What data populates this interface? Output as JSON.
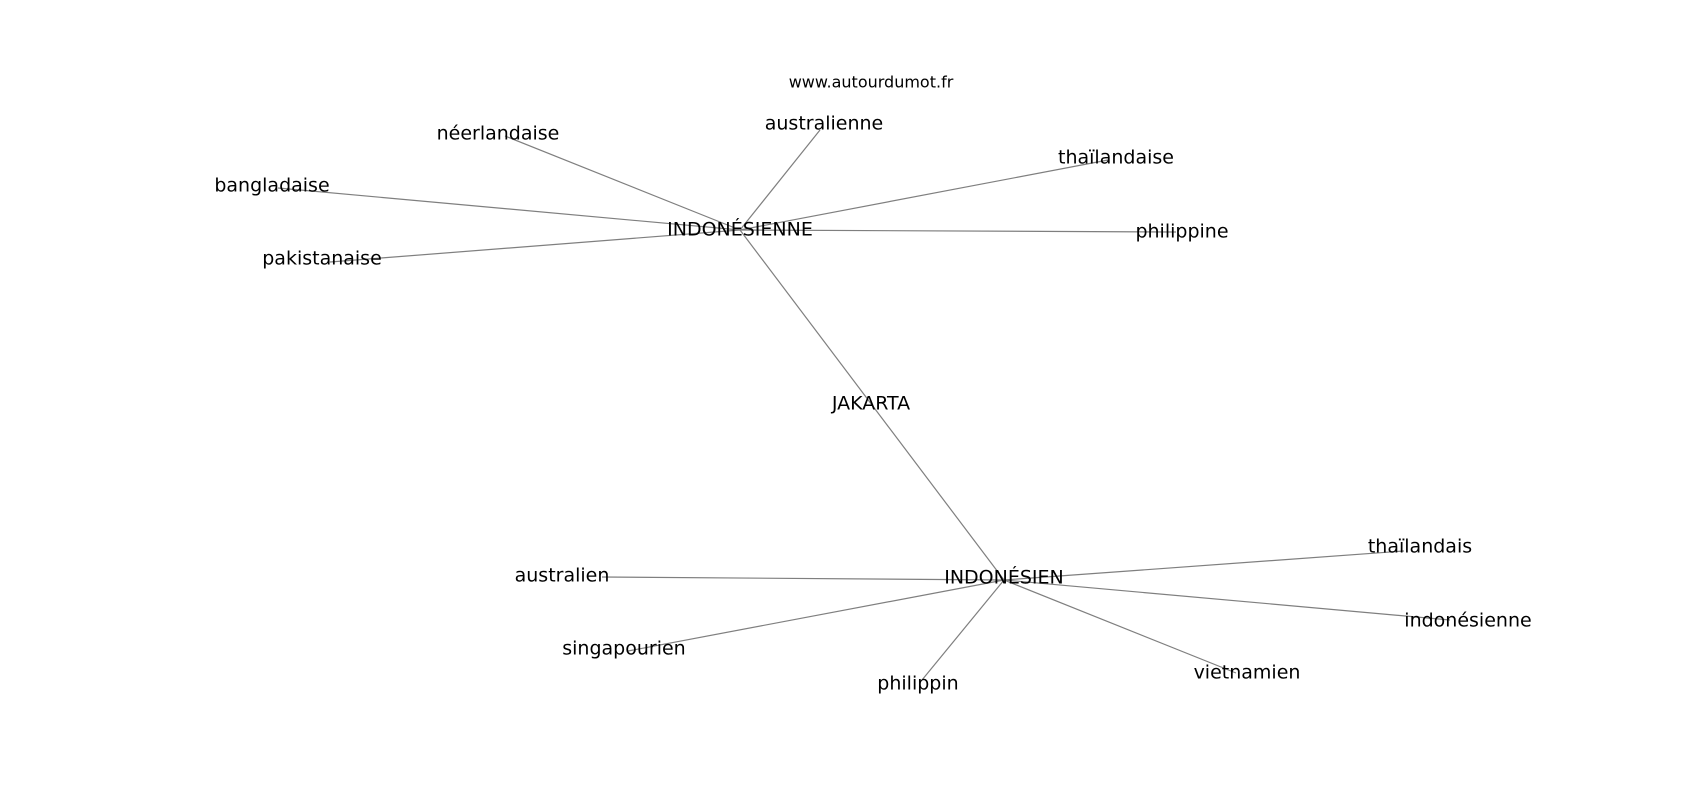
{
  "site": {
    "url": "www.autourdumot.fr"
  },
  "graph": {
    "nodes": [
      {
        "id": "indonesienne_hub",
        "label": "INDONÉSIENNE"
      },
      {
        "id": "indonesien_hub",
        "label": "INDONÉSIEN"
      },
      {
        "id": "jakarta",
        "label": "JAKARTA"
      },
      {
        "id": "neerlandaise",
        "label": "néerlandaise"
      },
      {
        "id": "australienne",
        "label": "australienne"
      },
      {
        "id": "thailandaise",
        "label": "thaïlandaise"
      },
      {
        "id": "bangladaise",
        "label": "bangladaise"
      },
      {
        "id": "philippine",
        "label": "philippine"
      },
      {
        "id": "pakistanaise",
        "label": "pakistanaise"
      },
      {
        "id": "thailandais",
        "label": "thaïlandais"
      },
      {
        "id": "australien",
        "label": "australien"
      },
      {
        "id": "indonesienne",
        "label": "indonésienne"
      },
      {
        "id": "singapourien",
        "label": "singapourien"
      },
      {
        "id": "vietnamien",
        "label": "vietnamien"
      },
      {
        "id": "philippin",
        "label": "philippin"
      }
    ],
    "edges": [
      {
        "from": "indonesienne_hub",
        "to": "neerlandaise"
      },
      {
        "from": "indonesienne_hub",
        "to": "australienne"
      },
      {
        "from": "indonesienne_hub",
        "to": "thailandaise"
      },
      {
        "from": "indonesienne_hub",
        "to": "bangladaise"
      },
      {
        "from": "indonesienne_hub",
        "to": "philippine"
      },
      {
        "from": "indonesienne_hub",
        "to": "pakistanaise"
      },
      {
        "from": "indonesienne_hub",
        "to": "indonesien_hub"
      },
      {
        "from": "indonesien_hub",
        "to": "thailandais"
      },
      {
        "from": "indonesien_hub",
        "to": "australien"
      },
      {
        "from": "indonesien_hub",
        "to": "indonesienne"
      },
      {
        "from": "indonesien_hub",
        "to": "singapourien"
      },
      {
        "from": "indonesien_hub",
        "to": "vietnamien"
      },
      {
        "from": "indonesien_hub",
        "to": "philippin"
      }
    ]
  },
  "colors": {
    "edge": "#7f7f7f",
    "text": "#000000",
    "background": "#ffffff"
  }
}
